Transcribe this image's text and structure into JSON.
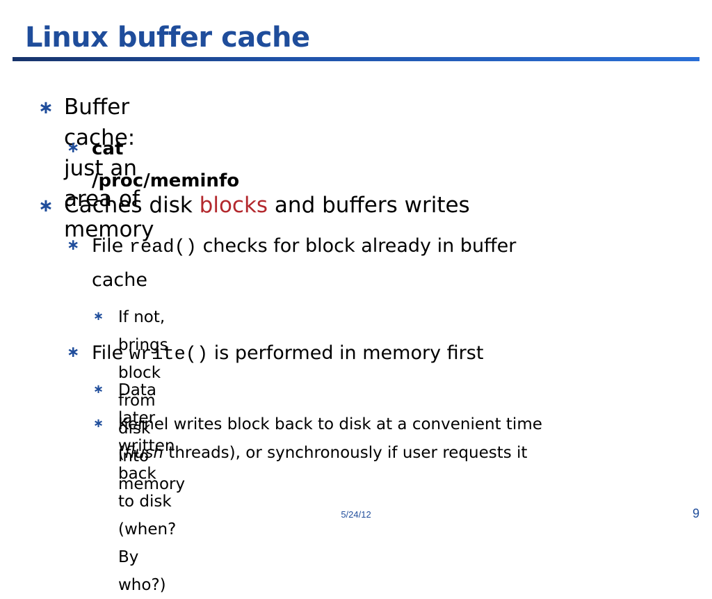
{
  "slide": {
    "title": "Linux buffer cache",
    "bullet_glyph": "∗",
    "bullets": {
      "b1": "Buffer cache: just an area of memory",
      "b1_1": "cat /proc/meminfo",
      "b2_pre": "Caches disk ",
      "b2_red": "blocks",
      "b2_post": " and buffers writes",
      "b2_1_pre": "File ",
      "b2_1_code": "read()",
      "b2_1_post": " checks for block already in buffer",
      "b2_1_cont": "cache",
      "b2_1_1": "If not, brings block from disk into memory",
      "b2_2_pre": "File ",
      "b2_2_code": "write()",
      "b2_2_post": " is performed in memory first",
      "b2_2_1": "Data later written back to disk (when? By who?)",
      "b2_2_2_line1": "Kernel writes block back to disk at a convenient time",
      "b2_2_2_open": "(",
      "b2_2_2_italic": "flush",
      "b2_2_2_rest": " threads), or synchronously if user requests it"
    },
    "colors": {
      "title": "#1f4d9b",
      "accent_red": "#b3282d",
      "bullet": "#1f4d9b"
    }
  },
  "footer": {
    "date": "5/24/12",
    "page": "9"
  }
}
